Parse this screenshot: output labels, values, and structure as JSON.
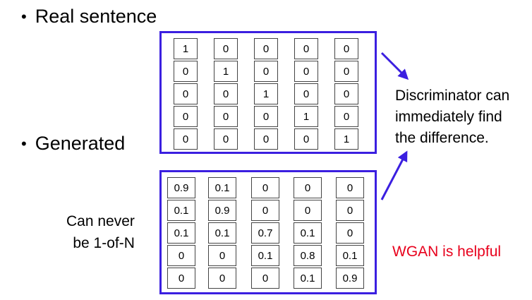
{
  "bullets": {
    "real": "Real sentence",
    "generated": "Generated",
    "bullet_char": "•"
  },
  "real_matrix": [
    [
      "1",
      "0",
      "0",
      "0",
      "0"
    ],
    [
      "0",
      "1",
      "0",
      "0",
      "0"
    ],
    [
      "0",
      "0",
      "1",
      "0",
      "0"
    ],
    [
      "0",
      "0",
      "0",
      "1",
      "0"
    ],
    [
      "0",
      "0",
      "0",
      "0",
      "1"
    ]
  ],
  "generated_matrix": [
    [
      "0.9",
      "0.1",
      "0",
      "0",
      "0"
    ],
    [
      "0.1",
      "0.9",
      "0",
      "0",
      "0"
    ],
    [
      "0.1",
      "0.1",
      "0.7",
      "0.1",
      "0"
    ],
    [
      "0",
      "0",
      "0.1",
      "0.8",
      "0.1"
    ],
    [
      "0",
      "0",
      "0",
      "0.1",
      "0.9"
    ]
  ],
  "annotations": {
    "discriminator_line1": "Discriminator can",
    "discriminator_line2": "immediately find",
    "discriminator_line3": "the difference.",
    "never_line1": "Can never",
    "never_line2": "be 1-of-N",
    "wgan": "WGAN is helpful"
  },
  "colors": {
    "box_border": "#3b1fe0",
    "arrow": "#3b1fe0",
    "wgan_text": "#e8001c"
  }
}
